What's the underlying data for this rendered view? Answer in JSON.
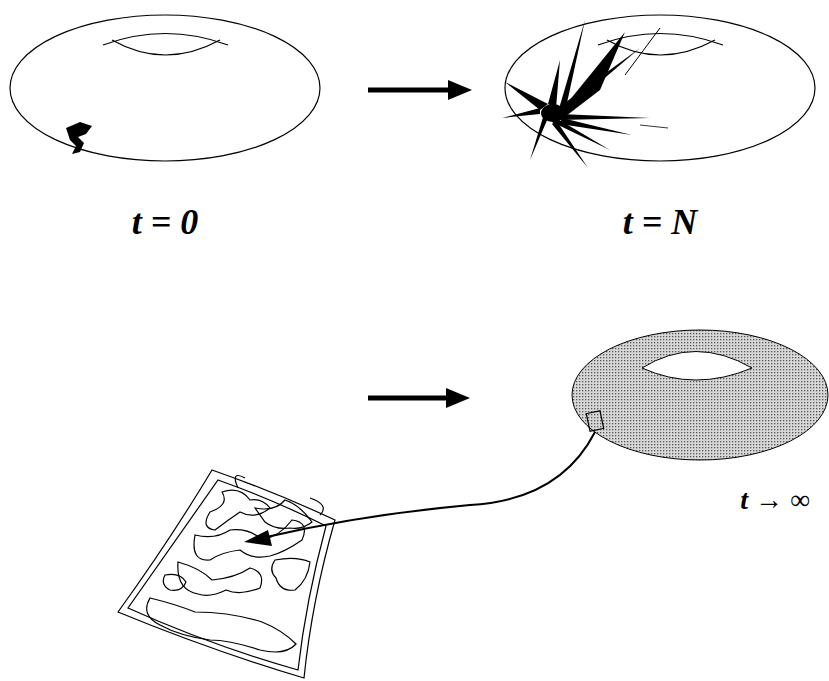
{
  "diagram": {
    "labels": [
      "t = 0",
      "t = N",
      "t → ∞"
    ]
  }
}
